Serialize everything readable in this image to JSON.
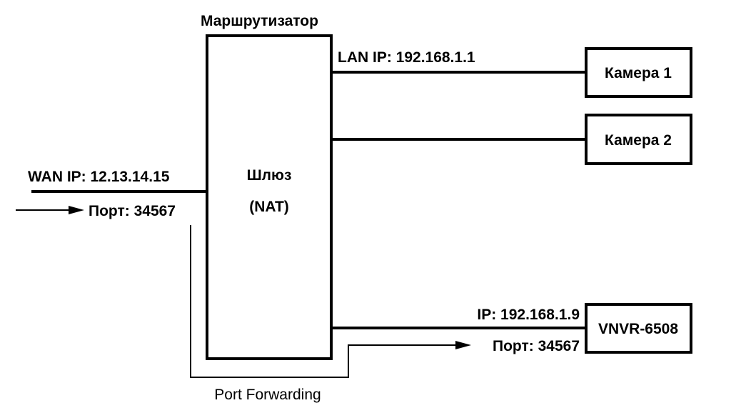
{
  "router": {
    "title": "Маршрутизатор",
    "gateway_line1": "Шлюз",
    "gateway_line2": "(NAT)"
  },
  "wan": {
    "ip_label": "WAN IP: 12.13.14.15",
    "port_label": "Порт: 34567"
  },
  "lan": {
    "ip_label": "LAN IP: 192.168.1.1"
  },
  "devices": {
    "camera1": "Камера 1",
    "camera2": "Камера 2",
    "nvr": "VNVR-6508",
    "nvr_ip_label": "IP: 192.168.1.9",
    "nvr_port_label": "Порт: 34567"
  },
  "forwarding": {
    "label": "Port Forwarding"
  }
}
